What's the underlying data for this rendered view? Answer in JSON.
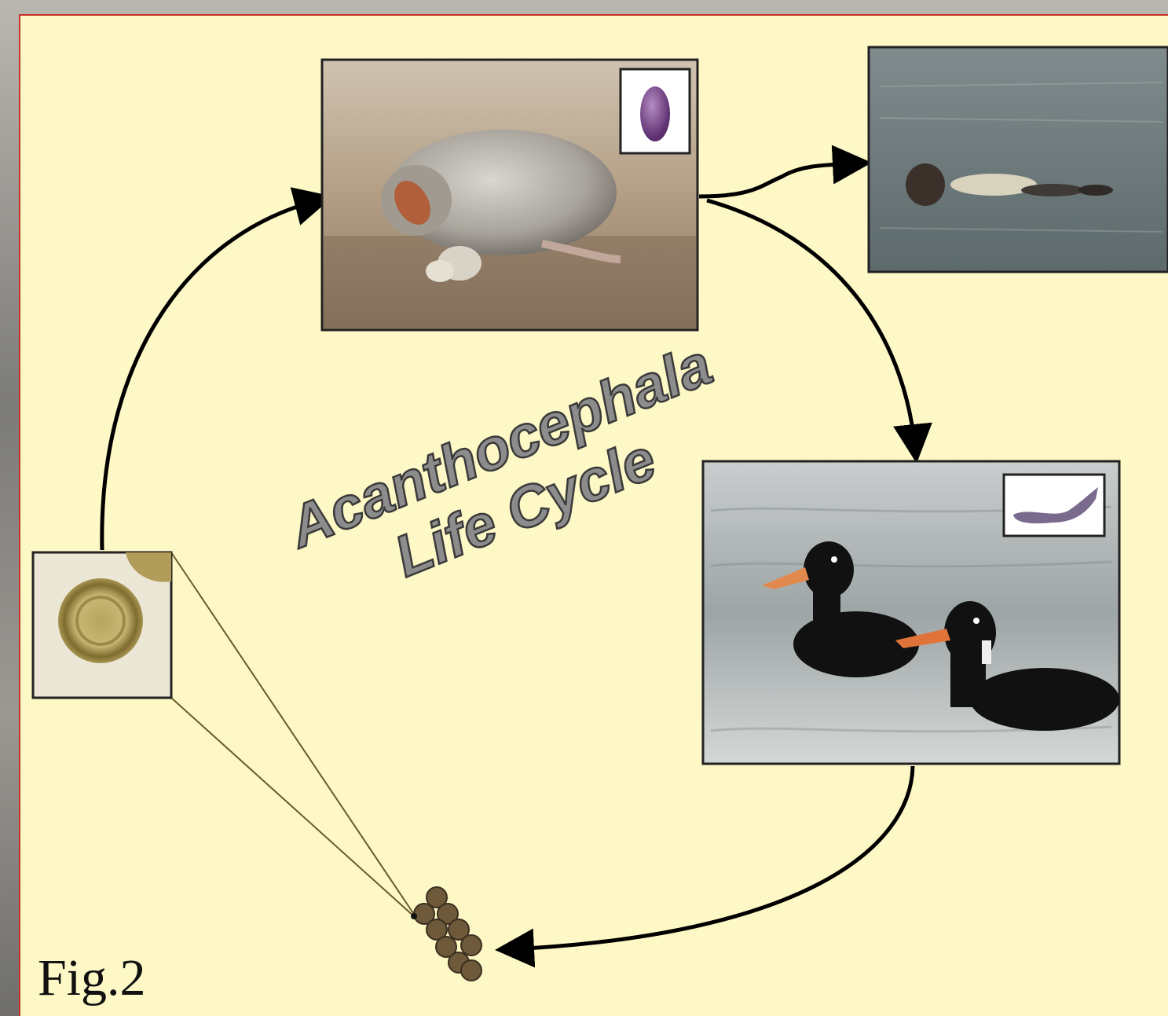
{
  "title": {
    "line1": "Acanthocephala",
    "line2": "Life Cycle"
  },
  "figure_label": "Fig.2",
  "colors": {
    "background": "#fdf8c6",
    "border": "#c8302a",
    "title_fill": "#8c8c8c",
    "title_stroke": "#3a3a3a",
    "arrow": "#000000"
  },
  "nodes": [
    {
      "id": "amphipod",
      "depicts": "amphipod intermediate host with purple cystacanth inset"
    },
    {
      "id": "sea-otter",
      "depicts": "sea otter floating in water"
    },
    {
      "id": "scoter-ducks",
      "depicts": "two surf scoter ducks with adult worm inset"
    },
    {
      "id": "egg",
      "depicts": "magnified acanthocephalan egg"
    },
    {
      "id": "egg-cluster",
      "depicts": "cluster of eggs released in feces"
    }
  ],
  "icons": [
    "amphipod-icon",
    "cystacanth-icon",
    "sea-otter-icon",
    "duck-icon",
    "adult-worm-icon",
    "egg-icon",
    "egg-cluster-icon"
  ]
}
